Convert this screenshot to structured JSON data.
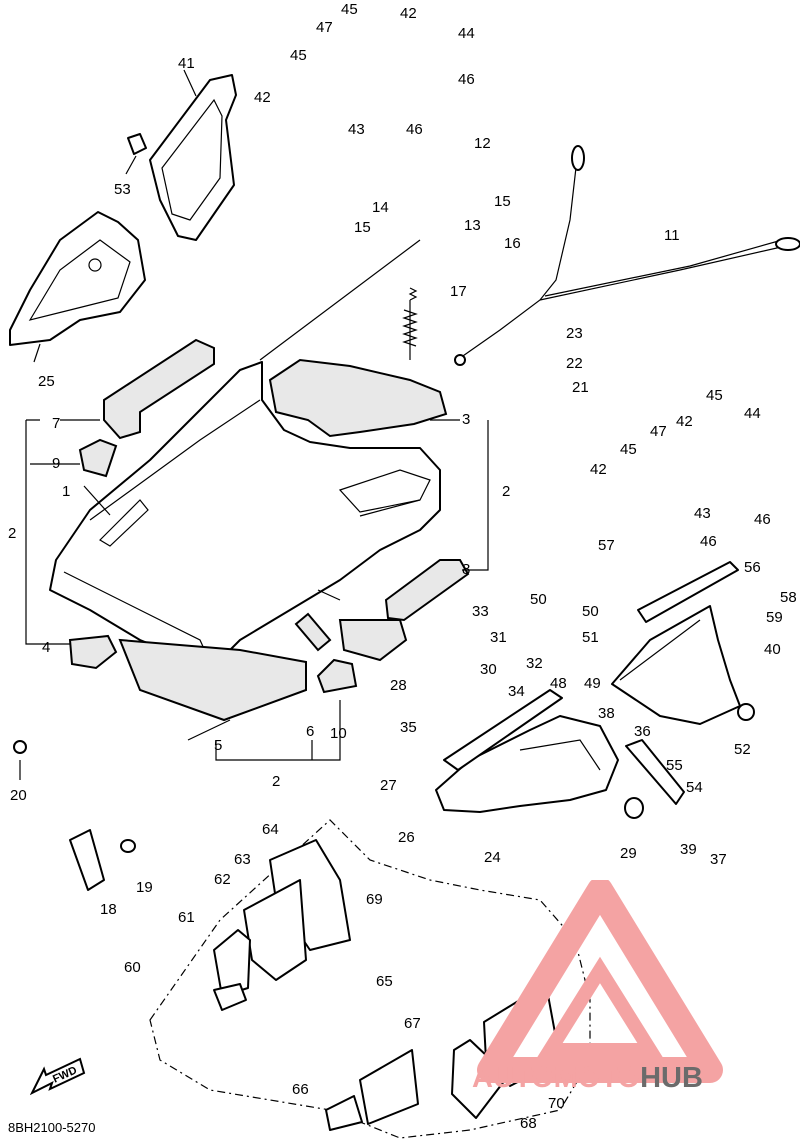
{
  "diagram_code": "8BH2100-5270",
  "direction_label": "FWD",
  "watermark": {
    "text_primary": "AUTOMOTO",
    "text_secondary": "HUB",
    "color_primary": "#f4a3a3",
    "color_secondary": "#6b6b6b"
  },
  "callouts": [
    {
      "n": "45"
    },
    {
      "n": "42"
    },
    {
      "n": "47"
    },
    {
      "n": "44"
    },
    {
      "n": "45"
    },
    {
      "n": "46"
    },
    {
      "n": "42"
    },
    {
      "n": "43"
    },
    {
      "n": "46"
    },
    {
      "n": "41"
    },
    {
      "n": "53"
    },
    {
      "n": "12"
    },
    {
      "n": "14"
    },
    {
      "n": "15"
    },
    {
      "n": "15"
    },
    {
      "n": "13"
    },
    {
      "n": "16"
    },
    {
      "n": "11"
    },
    {
      "n": "17"
    },
    {
      "n": "25"
    },
    {
      "n": "23"
    },
    {
      "n": "22"
    },
    {
      "n": "21"
    },
    {
      "n": "7"
    },
    {
      "n": "3"
    },
    {
      "n": "9"
    },
    {
      "n": "2"
    },
    {
      "n": "1"
    },
    {
      "n": "2"
    },
    {
      "n": "8"
    },
    {
      "n": "4"
    },
    {
      "n": "5"
    },
    {
      "n": "6"
    },
    {
      "n": "10"
    },
    {
      "n": "2"
    },
    {
      "n": "20"
    },
    {
      "n": "45"
    },
    {
      "n": "47"
    },
    {
      "n": "42"
    },
    {
      "n": "44"
    },
    {
      "n": "45"
    },
    {
      "n": "42"
    },
    {
      "n": "43"
    },
    {
      "n": "46"
    },
    {
      "n": "46"
    },
    {
      "n": "57"
    },
    {
      "n": "56"
    },
    {
      "n": "58"
    },
    {
      "n": "59"
    },
    {
      "n": "33"
    },
    {
      "n": "50"
    },
    {
      "n": "50"
    },
    {
      "n": "31"
    },
    {
      "n": "51"
    },
    {
      "n": "32"
    },
    {
      "n": "40"
    },
    {
      "n": "30"
    },
    {
      "n": "28"
    },
    {
      "n": "34"
    },
    {
      "n": "48"
    },
    {
      "n": "49"
    },
    {
      "n": "35"
    },
    {
      "n": "38"
    },
    {
      "n": "36"
    },
    {
      "n": "52"
    },
    {
      "n": "55"
    },
    {
      "n": "54"
    },
    {
      "n": "27"
    },
    {
      "n": "26"
    },
    {
      "n": "24"
    },
    {
      "n": "29"
    },
    {
      "n": "39"
    },
    {
      "n": "37"
    },
    {
      "n": "19"
    },
    {
      "n": "18"
    },
    {
      "n": "64"
    },
    {
      "n": "63"
    },
    {
      "n": "62"
    },
    {
      "n": "69"
    },
    {
      "n": "61"
    },
    {
      "n": "60"
    },
    {
      "n": "65"
    },
    {
      "n": "67"
    },
    {
      "n": "66"
    },
    {
      "n": "68"
    },
    {
      "n": "70"
    }
  ]
}
